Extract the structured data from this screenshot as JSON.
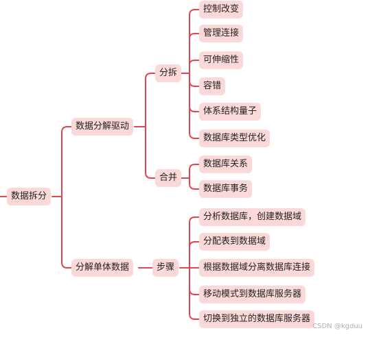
{
  "mindmap": {
    "root": "数据拆分",
    "branch_decompose": "数据分解驱动",
    "split": "分拆",
    "split_items": [
      "控制改变",
      "管理连接",
      "可伸缩性",
      "容错",
      "体系结构量子",
      "数据库类型优化"
    ],
    "merge": "合并",
    "merge_items": [
      "数据库关系",
      "数据库事务"
    ],
    "branch_single": "分解单体数据",
    "steps": "步骤",
    "step_items": [
      "分析数据库，创建数据域",
      "分配表到数据域",
      "根据数据域分离数据库连接",
      "移动模式到数据库服务器",
      "切换到独立的数据库服务器"
    ]
  },
  "colors": {
    "line": "#e0474c",
    "node_fill": "#fcd9d9"
  },
  "watermark": "CSDN @kgduu"
}
